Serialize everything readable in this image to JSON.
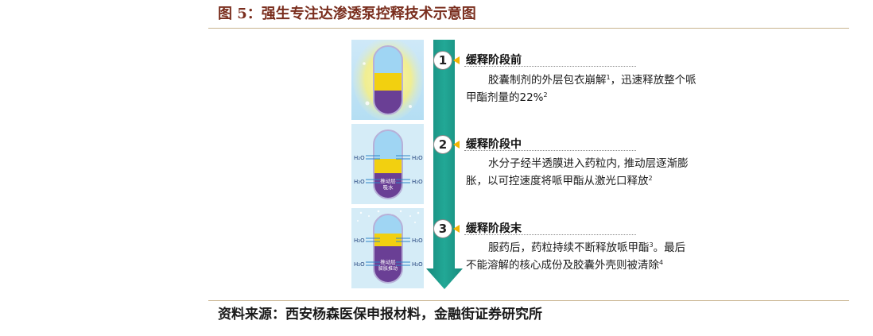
{
  "figure": {
    "title": "图 5：强生专注达渗透泵控释技术示意图",
    "source": "资料来源：西安杨森医保申报材料，金融街证券研究所"
  },
  "panels": [
    {
      "capsule_label": "",
      "h2o_labels": []
    },
    {
      "capsule_label": [
        "推动层",
        "吸水"
      ],
      "h2o_labels": [
        "H₂O",
        "H₂O",
        "H₂O",
        "H₂O"
      ]
    },
    {
      "capsule_label": [
        "推动层",
        "膨胀推动"
      ],
      "h2o_labels": [
        "H₂O",
        "H₂O",
        "H₂O",
        "H₂O"
      ]
    }
  ],
  "steps": [
    {
      "number": "1",
      "heading": "缓释阶段前",
      "line1": "胶囊制剂的外层包衣崩解",
      "sup1": "1",
      "line1_tail": "，迅速释放整个哌",
      "line2": "甲酯剂量的22%",
      "sup2": "2"
    },
    {
      "number": "2",
      "heading": "缓释阶段中",
      "line1": "水分子经半透膜进入药粒内, 推动层逐渐膨",
      "sup1": "",
      "line1_tail": "",
      "line2": "胀，以可控速度将哌甲酯从激光口释放",
      "sup2": "2"
    },
    {
      "number": "3",
      "heading": "缓释阶段末",
      "line1": "服药后，药粒持续不断释放哌甲酯",
      "sup1": "3",
      "line1_tail": "。最后",
      "line2": "不能溶解的核心成份及胶囊外壳则被清除",
      "sup2": "4"
    }
  ],
  "colors": {
    "title": "#7a2e1e",
    "rule": "#c9b48f",
    "arrow": "#1e9e8e",
    "pointer": "#f2b400",
    "capsule_yellow": "#f2d010",
    "capsule_purple": "#6a3f95",
    "capsule_blue": "#8fcdf0"
  }
}
